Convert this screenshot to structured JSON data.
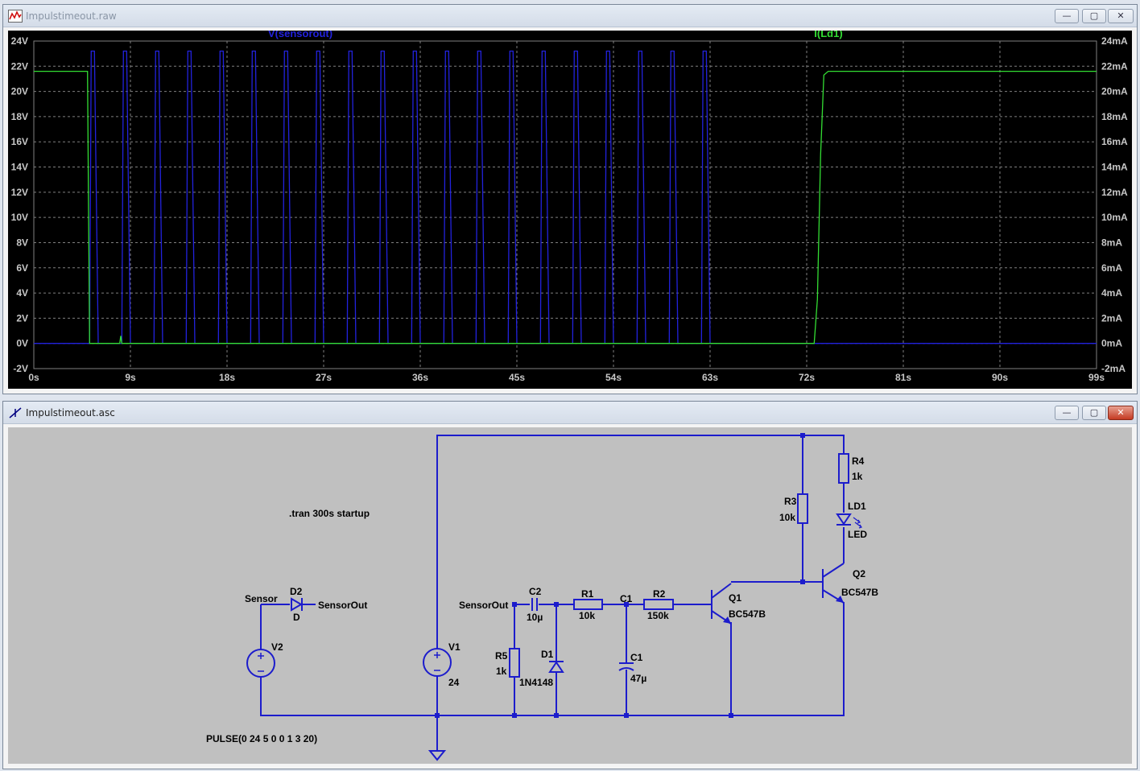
{
  "plot_window": {
    "title": "Impulstimeout.raw",
    "controls": {
      "minimize": "—",
      "maximize": "▢",
      "close": "✕"
    }
  },
  "schematic_window": {
    "title": "Impulstimeout.asc",
    "controls": {
      "minimize": "—",
      "maximize": "▢",
      "close": "✕"
    }
  },
  "chart_data": {
    "type": "line",
    "background": "#000000",
    "grid": true,
    "x": {
      "label": "",
      "ticks": [
        "0s",
        "9s",
        "18s",
        "27s",
        "36s",
        "45s",
        "54s",
        "63s",
        "72s",
        "81s",
        "90s",
        "99s"
      ],
      "range": [
        0,
        99
      ],
      "unit": "s"
    },
    "y_left": {
      "ticks": [
        "24V",
        "22V",
        "20V",
        "18V",
        "16V",
        "14V",
        "12V",
        "10V",
        "8V",
        "6V",
        "4V",
        "2V",
        "0V",
        "-2V"
      ],
      "range": [
        -2,
        24
      ],
      "unit": "V"
    },
    "y_right": {
      "ticks": [
        "24mA",
        "22mA",
        "20mA",
        "18mA",
        "16mA",
        "14mA",
        "12mA",
        "10mA",
        "8mA",
        "6mA",
        "4mA",
        "2mA",
        "0mA",
        "-2mA"
      ],
      "range": [
        -2,
        24
      ],
      "unit": "mA"
    },
    "series": [
      {
        "name": "V(sensorout)",
        "color": "#2222dd",
        "axis": "left",
        "high": 23.2,
        "low": 0,
        "pulses": [
          [
            5.2,
            6.0
          ],
          [
            8.2,
            9.0
          ],
          [
            11.2,
            12.0
          ],
          [
            14.2,
            15.0
          ],
          [
            17.2,
            18.0
          ],
          [
            20.2,
            21.0
          ],
          [
            23.2,
            24.0
          ],
          [
            26.2,
            27.0
          ],
          [
            29.2,
            30.0
          ],
          [
            32.2,
            33.0
          ],
          [
            35.2,
            36.0
          ],
          [
            38.2,
            39.0
          ],
          [
            41.2,
            42.0
          ],
          [
            44.2,
            45.0
          ],
          [
            47.2,
            48.0
          ],
          [
            50.2,
            51.0
          ],
          [
            53.2,
            54.0
          ],
          [
            56.2,
            57.0
          ],
          [
            59.2,
            60.0
          ],
          [
            62.2,
            63.0
          ]
        ]
      },
      {
        "name": "I(Ld1)",
        "color": "#33dd33",
        "axis": "right",
        "points": [
          [
            0,
            21.6
          ],
          [
            5.0,
            21.6
          ],
          [
            5.1,
            10.5
          ],
          [
            5.2,
            0
          ],
          [
            8.0,
            0
          ],
          [
            8.1,
            0.6
          ],
          [
            8.2,
            0
          ],
          [
            72.7,
            0
          ],
          [
            73.0,
            3.5
          ],
          [
            73.3,
            15
          ],
          [
            73.6,
            21.3
          ],
          [
            74.0,
            21.6
          ],
          [
            99,
            21.6
          ]
        ]
      }
    ]
  },
  "schematic": {
    "directive": ".tran 300s startup",
    "pulse_spec": "PULSE(0 24 5 0 0 1 3 20)",
    "labels": {
      "net_sensor": "Sensor",
      "net_sensorout": "SensorOut",
      "net_sensorout2": "SensorOut",
      "net_c1": "C1",
      "d2_name": "D2",
      "d2_value": "D",
      "v2_name": "V2",
      "v1_name": "V1",
      "v1_value": "24",
      "c2_name": "C2",
      "c2_value": "10µ",
      "r1_name": "R1",
      "r1_value": "10k",
      "r2_name": "R2",
      "r2_value": "150k",
      "r5_name": "R5",
      "r5_value": "1k",
      "d1_name": "D1",
      "d1_value": "1N4148",
      "c1_name": "C1",
      "c1_value": "47µ",
      "q1_name": "Q1",
      "q1_value": "BC547B",
      "q2_name": "Q2",
      "q2_value": "BC547B",
      "r3_name": "R3",
      "r3_value": "10k",
      "r4_name": "R4",
      "r4_value": "1k",
      "ld1_name": "LD1",
      "ld1_value": "LED"
    },
    "colors": {
      "wire": "#1c1ccc",
      "background": "#c0c0c0",
      "text": "#000000"
    }
  }
}
